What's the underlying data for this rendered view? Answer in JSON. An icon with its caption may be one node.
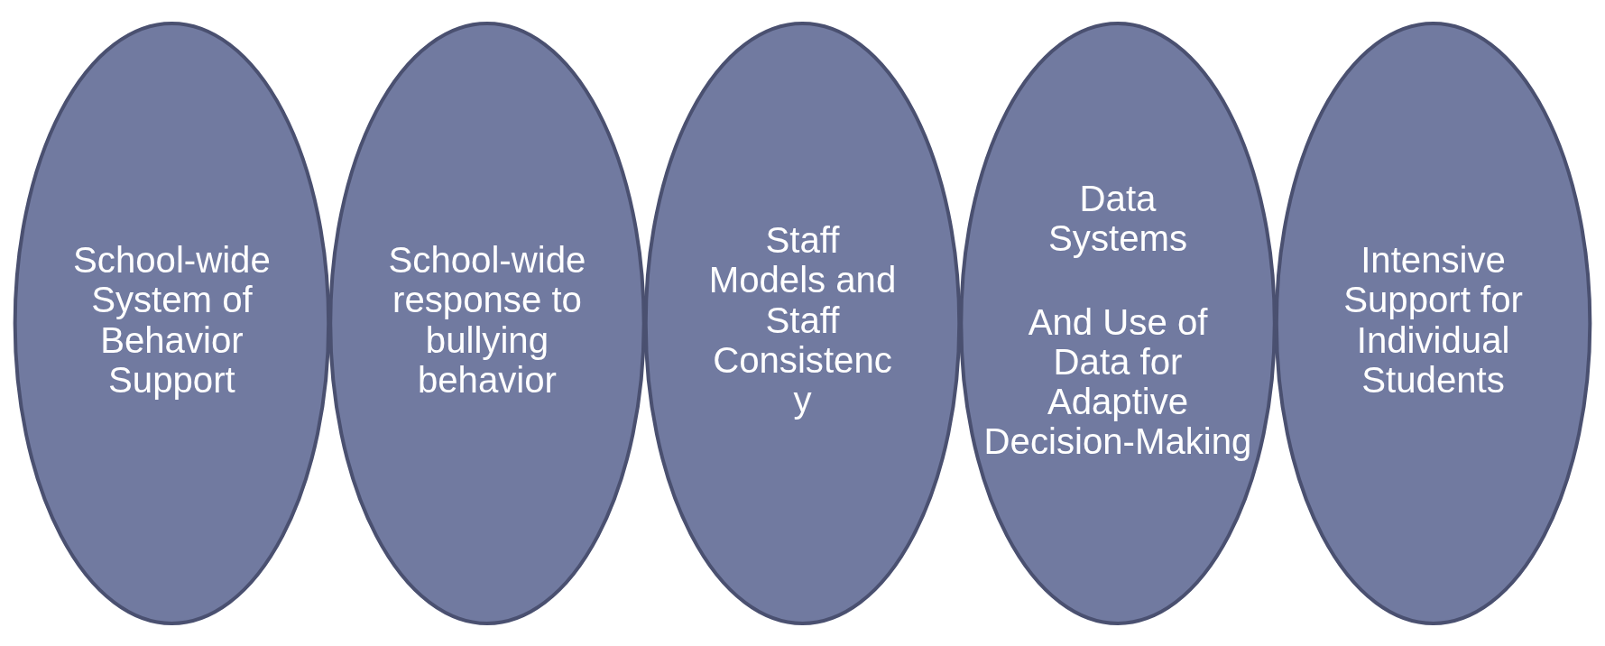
{
  "diagram": {
    "nodes": [
      {
        "text": [
          "School-wide System of Behavior Support"
        ]
      },
      {
        "text": [
          "School-wide response to bullying behavior"
        ]
      },
      {
        "text": [
          "Staff Models and Staff Consistenc y"
        ]
      },
      {
        "text": [
          "Data Systems",
          "And Use of Data for Adaptive Decision-Making"
        ]
      },
      {
        "text": [
          "Intensive Support for Individual Students"
        ]
      }
    ]
  }
}
